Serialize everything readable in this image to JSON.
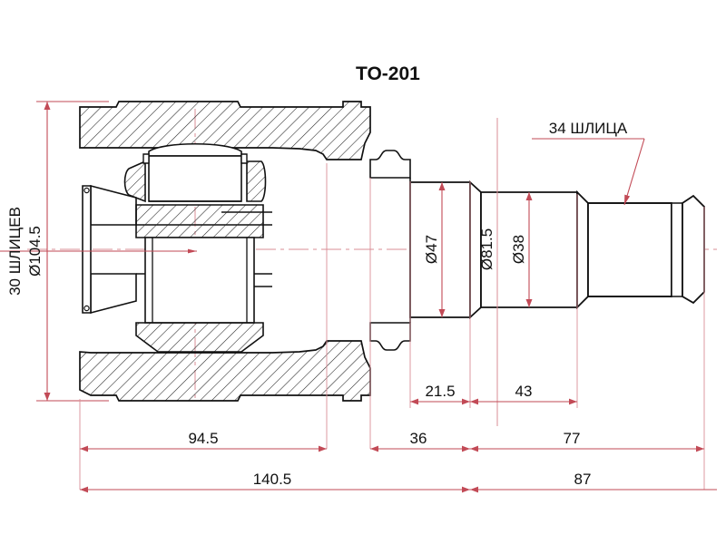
{
  "drawing": {
    "part_number": "TO-201",
    "labels": {
      "left_spline_count": "30 ШЛИЦЕВ",
      "left_spline_diameter": "Ø104.5",
      "right_spline_count": "34 ШЛИЦА"
    },
    "diameters": [
      {
        "name": "d47",
        "label": "Ø47",
        "value": 47
      },
      {
        "name": "d81_5",
        "label": "Ø81.5",
        "value": 81.5
      },
      {
        "name": "d38",
        "label": "Ø38",
        "value": 38
      },
      {
        "name": "d104_5",
        "label": "Ø104.5",
        "value": 104.5
      }
    ],
    "linear_dimensions": [
      {
        "name": "dim-21-5",
        "label": "21.5",
        "value": 21.5
      },
      {
        "name": "dim-43",
        "label": "43",
        "value": 43
      },
      {
        "name": "dim-94-5",
        "label": "94.5",
        "value": 94.5
      },
      {
        "name": "dim-36",
        "label": "36",
        "value": 36
      },
      {
        "name": "dim-77",
        "label": "77",
        "value": 77
      },
      {
        "name": "dim-140-5",
        "label": "140.5",
        "value": 140.5
      },
      {
        "name": "dim-87",
        "label": "87",
        "value": 87
      }
    ],
    "colors": {
      "outline": "#111111",
      "hatch": "#222222",
      "dimension": "#c24a56",
      "centerline": "#d98d96",
      "background": "#ffffff"
    }
  }
}
